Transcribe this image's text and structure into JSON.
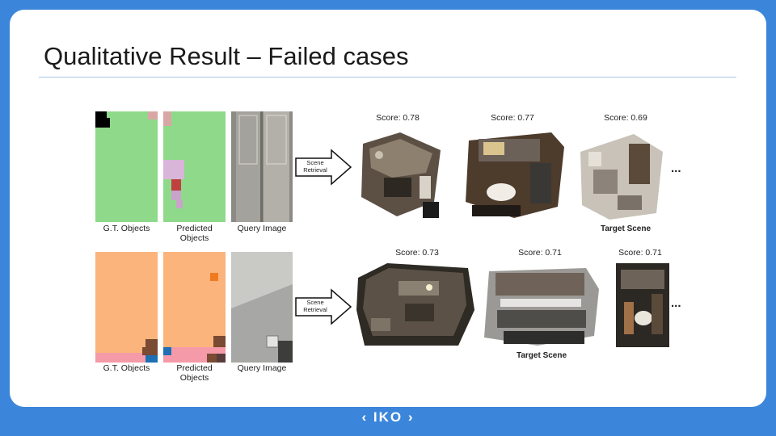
{
  "slide": {
    "title": "Qualitative Result – Failed cases",
    "logo": "‹ IKO ›"
  },
  "rows": [
    {
      "gt_label": "G.T. Objects",
      "pred_label_line1": "Predicted",
      "pred_label_line2": "Objects",
      "query_label": "Query Image",
      "arrow_line1": "Scene",
      "arrow_line2": "Retrieval",
      "scores": [
        "Score: 0.78",
        "Score: 0.77",
        "Score: 0.69"
      ],
      "target_label": "Target Scene",
      "more": "..."
    },
    {
      "gt_label": "G.T. Objects",
      "pred_label_line1": "Predicted",
      "pred_label_line2": "Objects",
      "query_label": "Query Image",
      "arrow_line1": "Scene",
      "arrow_line2": "Retrieval",
      "scores": [
        "Score: 0.73",
        "Score: 0.71",
        "Score: 0.71"
      ],
      "target_label": "Target Scene",
      "more": "..."
    }
  ],
  "colors": {
    "background": "#3b86db",
    "green_map": "#8fd98a",
    "orange_map": "#fbb47c"
  }
}
